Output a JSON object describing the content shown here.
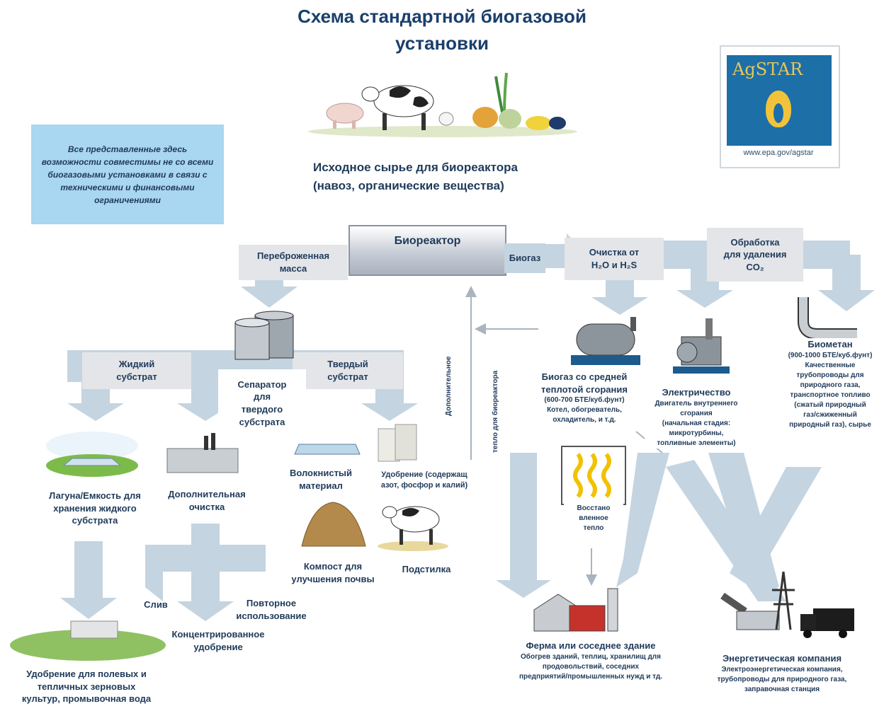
{
  "title_line1": "Схема стандартной биогазовой",
  "title_line2": "установки",
  "note": "Все представленные здесь возможности совместимы не со всеми биогазовыми установками в связи с техническими и финансовыми ограничениями",
  "feedstock": {
    "line1": "Исходное сырье для биореактора",
    "line2": "(навоз, органические вещества)"
  },
  "logo": {
    "name": "AgSTAR",
    "url": "www.epa.gov/agstar"
  },
  "bioreactor": "Биореактор",
  "digestate_line1": "Переброженная",
  "digestate_line2": "масса",
  "biogas": "Биогаз",
  "clean_line1": "Очистка от",
  "clean_line2": "H₂O и H₂S",
  "co2_line1": "Обработка",
  "co2_line2": "для удаления",
  "co2_line3": "CO₂",
  "liquid_line1": "Жидкий",
  "liquid_line2": "субстрат",
  "separator_line1": "Сепаратор",
  "separator_line2": "для",
  "separator_line3": "твердого",
  "separator_line4": "субстрата",
  "solid_line1": "Твердый",
  "solid_line2": "субстрат",
  "additional_heat": "Дополнительное",
  "heat_for_reactor": "тепло для биореактора",
  "lagoon_line1": "Лагуна/Емкость для",
  "lagoon_line2": "хранения жидкого",
  "lagoon_line3": "субстрата",
  "extra_treat_line1": "Дополнительная",
  "extra_treat_line2": "очистка",
  "fiber_line1": "Волокнистый",
  "fiber_line2": "материал",
  "fertilizer_line1": "Удобрение (содержащ",
  "fertilizer_line2": "азот, фосфор и калий)",
  "compost_line1": "Компост для",
  "compost_line2": "улучшения почвы",
  "bedding": "Подстилка",
  "drain": "Слив",
  "reuse_line1": "Повторное",
  "reuse_line2": "использование",
  "conc_line1": "Концентрированное",
  "conc_line2": "удобрение",
  "field_line1": "Удобрение для полевых и",
  "field_line2": "тепличных зерновых",
  "field_line3": "культур, промывочная вода",
  "medium_line1": "Биогаз со средней",
  "medium_line2": "теплотой сгорания",
  "medium_sub1": "(600-700 БТЕ/куб.фунт)",
  "medium_sub2": "Котел, обогреватель,",
  "medium_sub3": "охладитель, и т.д.",
  "elec_title": "Электричество",
  "elec_sub1": "Двигатель внутреннего",
  "elec_sub2": "сгорания",
  "elec_sub3": "(начальная стадия:",
  "elec_sub4": "микротурбины,",
  "elec_sub5": "топливные элементы)",
  "biomethane_title": "Биометан",
  "biomethane_sub1": "(900-1000 БТЕ/куб.фунт)",
  "biomethane_sub2": "Качественные",
  "biomethane_sub3": "трубопроводы для",
  "biomethane_sub4": "природного газа,",
  "biomethane_sub5": "транспортное топливо",
  "biomethane_sub6": "(сжатый природный",
  "biomethane_sub7": "газ/сжиженный",
  "biomethane_sub8": "природный газ), сырье",
  "recovered_line1": "Восстано",
  "recovered_line2": "вленное",
  "recovered_line3": "тепло",
  "farm_title": "Ферма или соседнее здание",
  "farm_sub1": "Обогрев зданий, теплиц, хранилищ для",
  "farm_sub2": "продовольствий, соседних",
  "farm_sub3": "предприятий/промышленных нужд и тд.",
  "utility_title": "Энергетическая компания",
  "utility_sub1": "Электроэнергетическая компания,",
  "utility_sub2": "трубопроводы для природного газа,",
  "utility_sub3": "заправочная станция",
  "colors": {
    "arrow": "#c4d4e0",
    "box": "#e3e5e8",
    "note": "#a9d6f0",
    "logo_bg": "#1d6fa8",
    "text": "#1f3a5a"
  }
}
